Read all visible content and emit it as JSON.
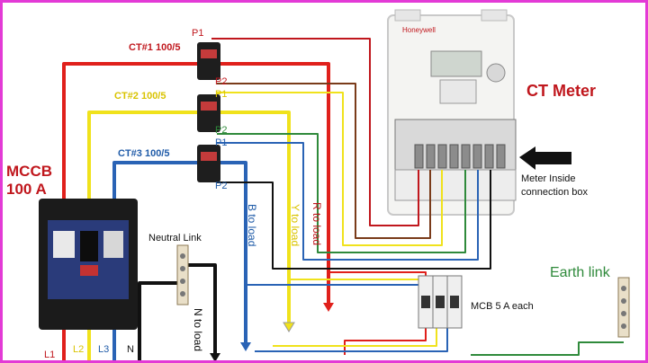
{
  "labels": {
    "ct1": "CT#1 100/5",
    "ct2": "CT#2 100/5",
    "ct3": "CT#3 100/5",
    "p1": "P1",
    "p2": "P2",
    "mccb_line1": "MCCB",
    "mccb_line2": "100 A",
    "ct_meter": "CT Meter",
    "meter_inside_line1": "Meter Inside",
    "meter_inside_line2": "connection box",
    "neutral_link": "Neutral Link",
    "earth_link": "Earth link",
    "mcb": "MCB 5 A each",
    "b_to_load": "B to load",
    "y_to_load": "Y to load",
    "r_to_load": "R to load",
    "n_to_load": "N to load",
    "l1": "L1",
    "l2": "L2",
    "l3": "L3",
    "n": "N",
    "meter_brand": "Honeywell"
  },
  "colors": {
    "border": "#e33ad6",
    "red": "#e0201b",
    "yellow": "#f0e21c",
    "blue": "#2a63b5",
    "black": "#111111",
    "green": "#2f8a3b",
    "brown": "#7a3b1a",
    "ct_label_red": "#c0171d",
    "ct_label_yellow": "#d9c300",
    "ct_label_blue": "#1f5ba8"
  }
}
